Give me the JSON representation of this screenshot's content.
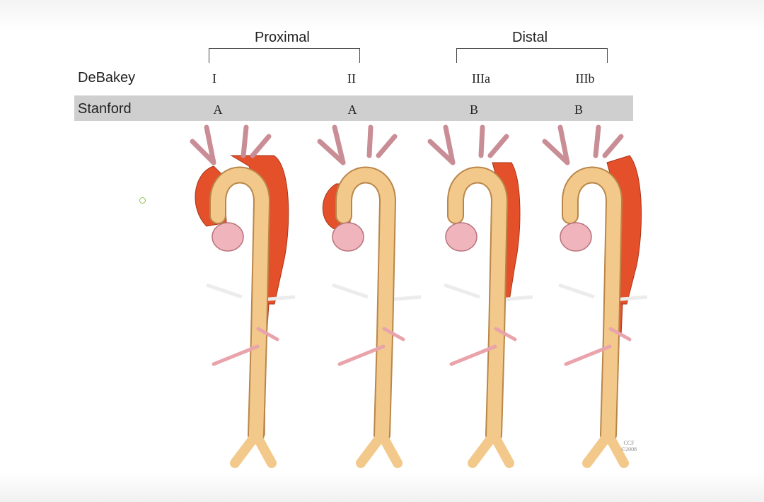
{
  "groups": {
    "proximal": "Proximal",
    "distal": "Distal"
  },
  "rows": {
    "debakey": "DeBakey",
    "stanford": "Stanford"
  },
  "columns": [
    {
      "debakey": "I",
      "stanford": "A"
    },
    {
      "debakey": "II",
      "stanford": "A"
    },
    {
      "debakey": "IIIa",
      "stanford": "B"
    },
    {
      "debakey": "IIIb",
      "stanford": "B"
    }
  ],
  "copyright": {
    "line1": "CCF",
    "line2": "©2008"
  },
  "colors": {
    "aorta": "#f2c98a",
    "aorta_outline": "#b9864a",
    "false_lumen": "#e4502a",
    "heart": "#f0b4bd",
    "branch": "#e9a3ab",
    "band": "#cfcfcf"
  }
}
